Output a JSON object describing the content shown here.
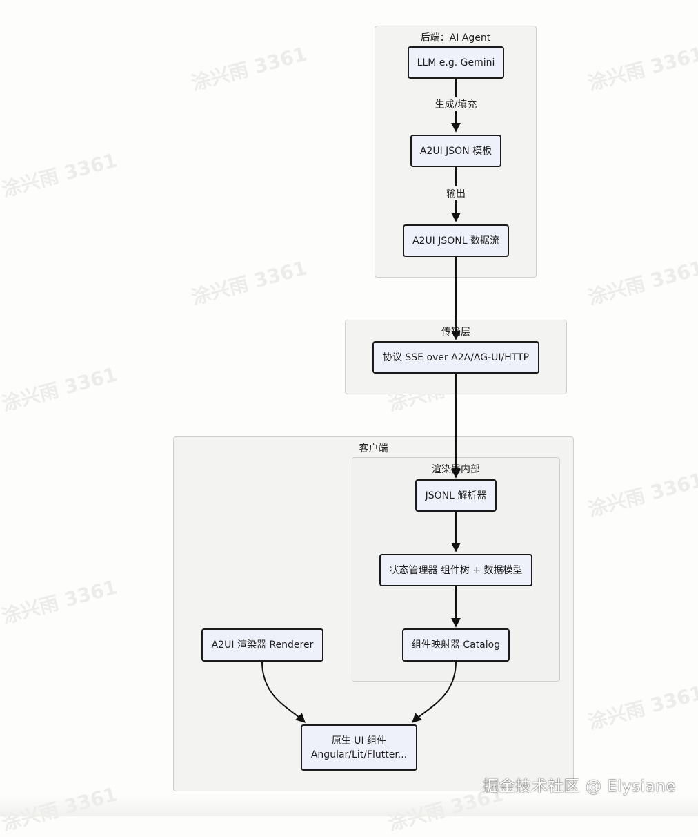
{
  "groups": {
    "backend": {
      "title": "后端：AI Agent"
    },
    "transport": {
      "title": "传输层"
    },
    "client": {
      "title": "客户端"
    },
    "renderer_internal": {
      "title": "渲染器内部"
    }
  },
  "nodes": {
    "llm": "LLM e.g. Gemini",
    "template": "A2UI JSON 模板",
    "stream": "A2UI JSONL 数据流",
    "protocol": "协议 SSE over A2A/AG-UI/HTTP",
    "parser": "JSONL 解析器",
    "state_manager": "状态管理器 组件树 + 数据模型",
    "mapper": "组件映射器 Catalog",
    "renderer": "A2UI 渲染器 Renderer",
    "native_line1": "原生 UI 组件",
    "native_line2": "Angular/Lit/Flutter..."
  },
  "edge_labels": {
    "llm_to_template": "生成/填充",
    "template_to_stream": "输出"
  },
  "watermark": "涂兴雨 3361",
  "credit": "掘金技术社区 @ Elysiane"
}
